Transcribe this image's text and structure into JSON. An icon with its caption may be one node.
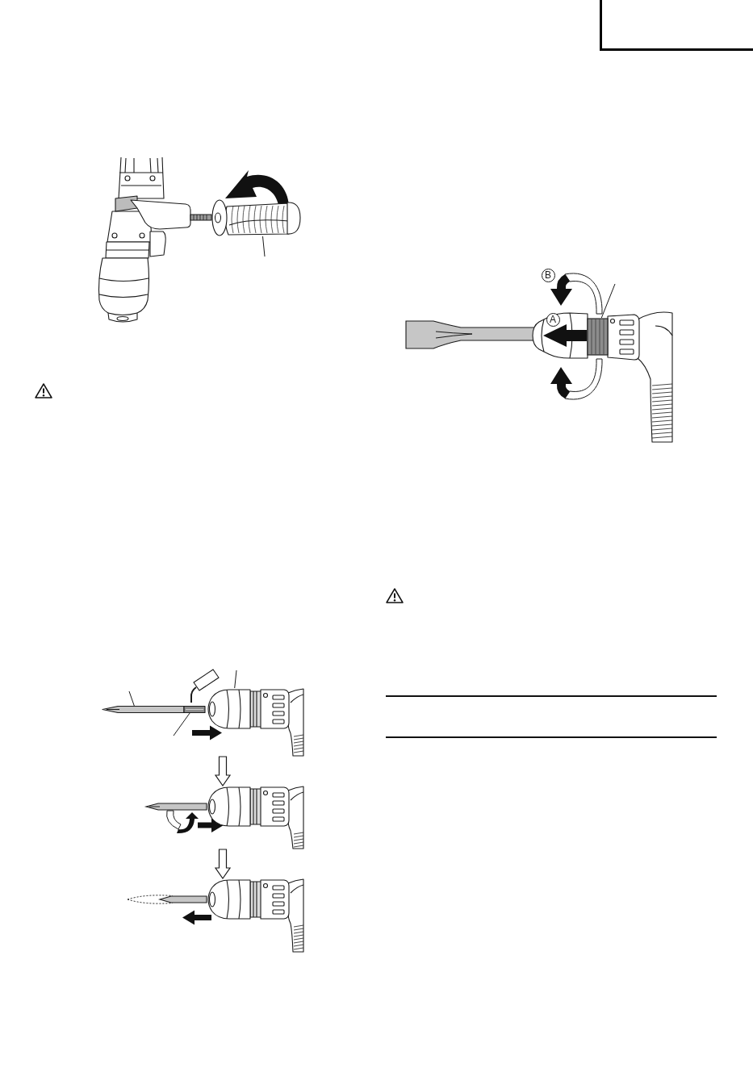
{
  "diagram": {
    "nodes": [
      {
        "text": [],
        "shape": "picture"
      },
      {
        "text": [],
        "shape": "picture"
      },
      {
        "text": [],
        "shape": "picture"
      },
      {
        "text": [],
        "shape": "picture"
      },
      {
        "text": [],
        "shape": "picture"
      },
      {
        "text": [],
        "shape": "picture"
      },
      {
        "text": [],
        "shape": "picture"
      }
    ],
    "edges": [
      {
        "from": null,
        "to": 0,
        "arrow": "none"
      },
      {
        "from": null,
        "to": 1,
        "arrow": "none"
      },
      {
        "from": null,
        "to": 3,
        "arrow": "none"
      },
      {
        "from": null,
        "to": 2,
        "arrow": "none"
      },
      {
        "from": 3,
        "to": 4,
        "arrow": "to"
      },
      {
        "from": 4,
        "to": 5,
        "arrow": "to"
      },
      {
        "from": null,
        "to": 6,
        "arrow": "none"
      }
    ],
    "labels": [
      "B",
      "A"
    ]
  }
}
